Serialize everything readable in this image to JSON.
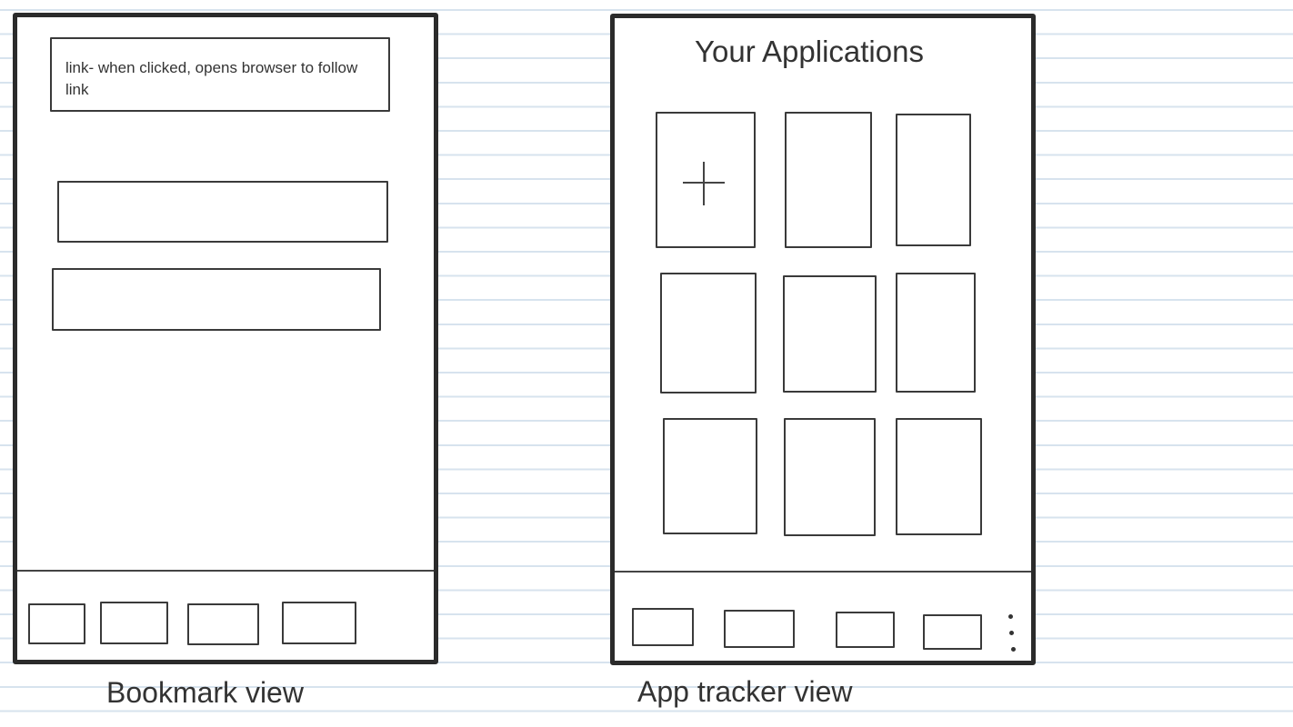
{
  "bookmark_view": {
    "caption": "Bookmark view",
    "link_card_text": "link- when clicked, opens browser to follow link"
  },
  "app_tracker_view": {
    "caption": "App tracker view",
    "title": "Your Applications",
    "add_icon": "plus-icon",
    "overflow_icon": "vertical-dots-icon"
  },
  "colors": {
    "frame": "#2b2b2b",
    "line": "#3a3a3a",
    "paper_rule": "#d7e3ee"
  }
}
